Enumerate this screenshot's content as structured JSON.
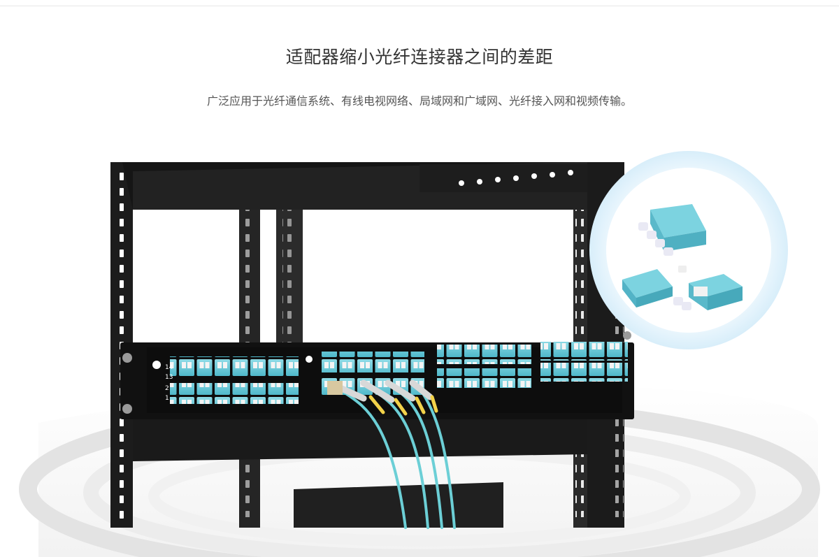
{
  "header": {
    "title": "适配器缩小光纤连接器之间的差距",
    "subtitle": "广泛应用于光纤通信系统、有线电视网络、局域网和广域网、光纤接入网和视频传输。"
  },
  "panel": {
    "port_labels": [
      "14",
      "13",
      "2",
      "1"
    ]
  },
  "colors": {
    "adapter_aqua": "#62c6d6",
    "rack_black": "#1c1c1c",
    "halo_blue": "#dff1fb"
  }
}
